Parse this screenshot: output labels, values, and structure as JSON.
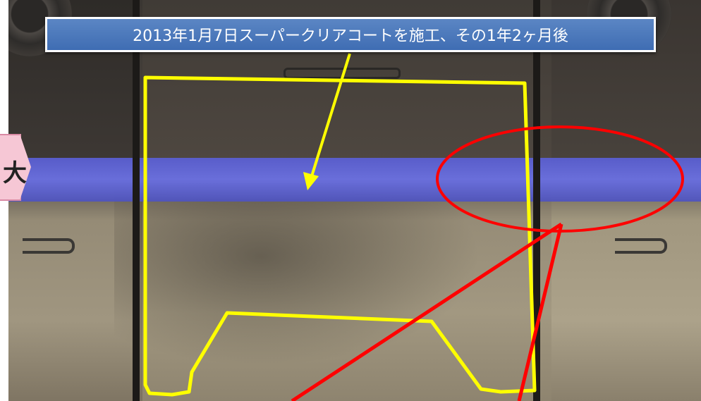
{
  "callout": {
    "text": "2013年1月7日スーパークリアコートを施工、その1年2ヶ月後"
  },
  "side_tab": {
    "glyph": "大"
  },
  "colors": {
    "callout_bg": "#4a78bb",
    "highlight_outline": "#ffff00",
    "circle_and_pointer": "#ff0000",
    "stripe": "#5f64de",
    "tab_pink": "#f6c7d5"
  },
  "annotations": [
    {
      "kind": "outline",
      "color": "yellow",
      "meaning": "coated area"
    },
    {
      "kind": "arrow",
      "color": "yellow",
      "from": "callout"
    },
    {
      "kind": "ellipse",
      "color": "red"
    },
    {
      "kind": "pointer-lines",
      "color": "red"
    }
  ]
}
